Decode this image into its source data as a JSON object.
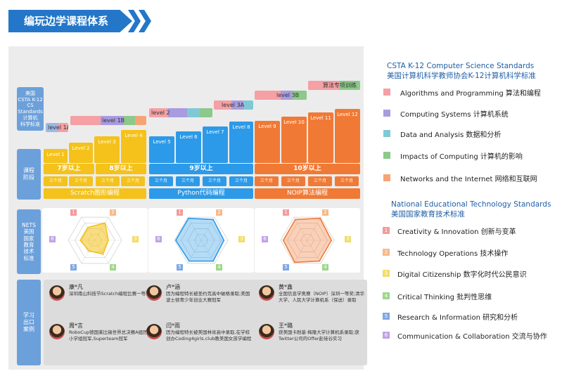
{
  "banner": {
    "title": "编玩边学课程体系"
  },
  "top": {
    "side": [
      "美国",
      "CSTA K-12",
      "CS Standards",
      "计算机",
      "科学标准"
    ],
    "levels": [
      "level 1A",
      "level 1B",
      "level 2",
      "level 3A",
      "level 3B",
      "算法专项训练"
    ]
  },
  "stage": {
    "label": "课程阶段",
    "levels": [
      "Level 1",
      "Level 2",
      "Level 3",
      "Level 4",
      "Level 5",
      "Level 6",
      "Level 7",
      "Level 8",
      "Level 9",
      "Level 10",
      "Level 11",
      "Level 12"
    ],
    "ages": [
      "7岁以上",
      "8岁以上",
      "9岁以上",
      "10岁以上"
    ],
    "pill": "三个月",
    "langs": [
      "Scratch图形编程",
      "Python代码编程",
      "NOIP算法编程"
    ]
  },
  "nets": {
    "label": "NETS美国国家教育技术标准",
    "label_lines": [
      "NETS",
      "美国",
      "国家",
      "教育",
      "技术",
      "标准"
    ],
    "nums": [
      "1",
      "2",
      "3",
      "4",
      "5",
      "6"
    ]
  },
  "cases": {
    "label_lines": [
      "学习",
      "出口",
      "案例"
    ],
    "people": [
      {
        "name": "康*凡",
        "desc": "深圳南山科技节Scratch编程比赛一等奖"
      },
      {
        "name": "卢*涵",
        "desc": "因为编程特长被圣约克高中破格录取;美国波士顿青少年创业大赛冠军"
      },
      {
        "name": "黄*鑫",
        "desc": "全国信息学奥赛（NOIP）深圳一等奖;清华大学、人民大学计算机系（保送）录取"
      },
      {
        "name": "周*言",
        "desc": "RoboCup德国莱比锡世界总决赛A组团队小学组冠军,Superteam冠军"
      },
      {
        "name": "闫*雨",
        "desc": "因为编程特长被美国林肯高中录取,在学校创办Coding4girls.club教美国女孩学编程"
      },
      {
        "name": "王*璐",
        "desc": "获美国卡耐基·梅隆大学计算机系录取;获Twitter公司的Offer赴硅谷实习"
      }
    ]
  },
  "legend": {
    "csta_title": "CSTA K-12 Computer Science Standards",
    "csta_subtitle": "美国计算机科学教师协会K-12计算机科学标准",
    "csta": [
      {
        "label": "Algorithms and Programming 算法和编程",
        "color": "#f4a0a4"
      },
      {
        "label": "Computing Systems 计算机系统",
        "color": "#a99be0"
      },
      {
        "label": "Data and Analysis 数据和分析",
        "color": "#7fc9d6"
      },
      {
        "label": "Impacts of Computing 计算机的影响",
        "color": "#8cc98a"
      },
      {
        "label": "Networks and the Internet 网络和互联网",
        "color": "#f5a575"
      }
    ],
    "nets_title": "National Educational Technology Standards",
    "nets_subtitle": "美国国家教育技术标准",
    "nets": [
      {
        "num": "1",
        "label": "Creativity & Innovation 创新与变革",
        "color": "#f29b9b"
      },
      {
        "num": "2",
        "label": "Technology Operations 技术操作",
        "color": "#f7b98a"
      },
      {
        "num": "3",
        "label": "Digital Citizenship 数字化时代公民意识",
        "color": "#f2dc6a"
      },
      {
        "num": "4",
        "label": "Critical Thinking 批判性思维",
        "color": "#9fd68c"
      },
      {
        "num": "5",
        "label": "Research & Information 研究和分析",
        "color": "#7fa7e6"
      },
      {
        "num": "6",
        "label": "Communication & Collaboration 交流与协作",
        "color": "#c0a3e6"
      }
    ]
  }
}
